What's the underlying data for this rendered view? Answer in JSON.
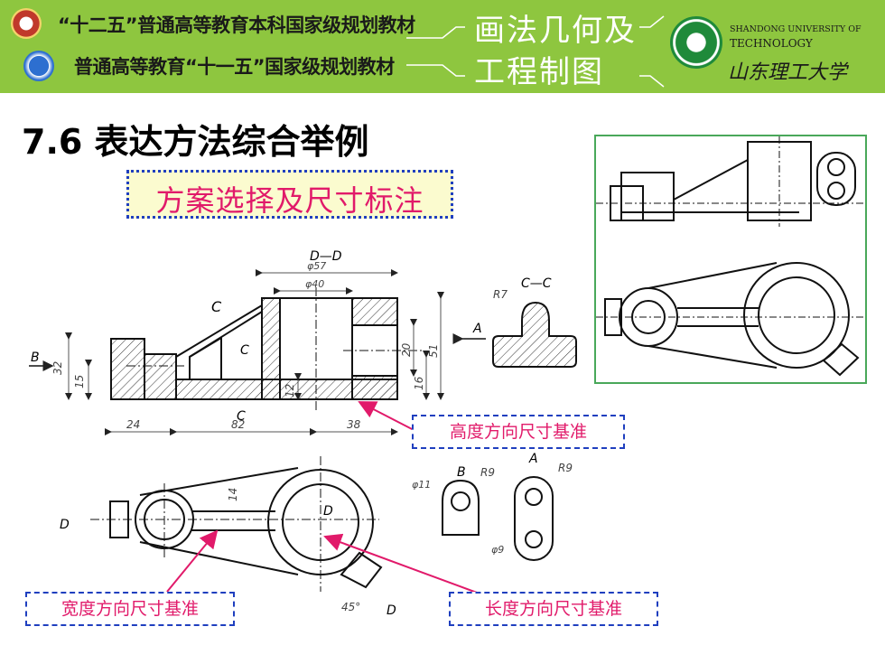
{
  "header": {
    "line1": "“十二五”普通高等教育本科国家级规划教材",
    "line2": "普通高等教育“十一五”国家级规划教材",
    "course_line1": "画法几何及",
    "course_line2": "工程制图",
    "university_en_line1": "SHANDONG UNIVERSITY OF",
    "university_en_line2": "TECHNOLOGY",
    "university_cn": "山东理工大学",
    "colors": {
      "banner": "#8ec63f",
      "course_text": "#ffffff"
    }
  },
  "slide": {
    "title": "7.6 表达方法综合举例",
    "scheme_label": "方案选择及尺寸标注",
    "callouts": {
      "height_datum": "高度方向尺寸基准",
      "width_datum": "宽度方向尺寸基准",
      "length_datum": "长度方向尺寸基准"
    },
    "colors": {
      "accent": "#e11a6a",
      "box_border": "#1f3fbf"
    }
  },
  "drawing": {
    "section_dd": "D—D",
    "section_cc": "C—C",
    "dims": {
      "d57": "φ57",
      "d40": "φ40",
      "d11": "φ11",
      "d9": "φ9",
      "r7": "R7",
      "r9a": "R9",
      "r9b": "R9",
      "h32": "32",
      "h15": "15",
      "h12": "12",
      "h20": "20",
      "h16": "16",
      "h51": "51",
      "w24": "24",
      "w82": "82",
      "w38": "38",
      "w14": "14",
      "angle45": "45°"
    },
    "labels": {
      "c_top": "C",
      "c_mid": "C",
      "c_bottom": "C",
      "a_arrow": "A",
      "a_view": "A",
      "b_arrow": "B",
      "b_view": "B",
      "d_left": "D",
      "d_center": "D",
      "d_bottom": "D"
    }
  }
}
